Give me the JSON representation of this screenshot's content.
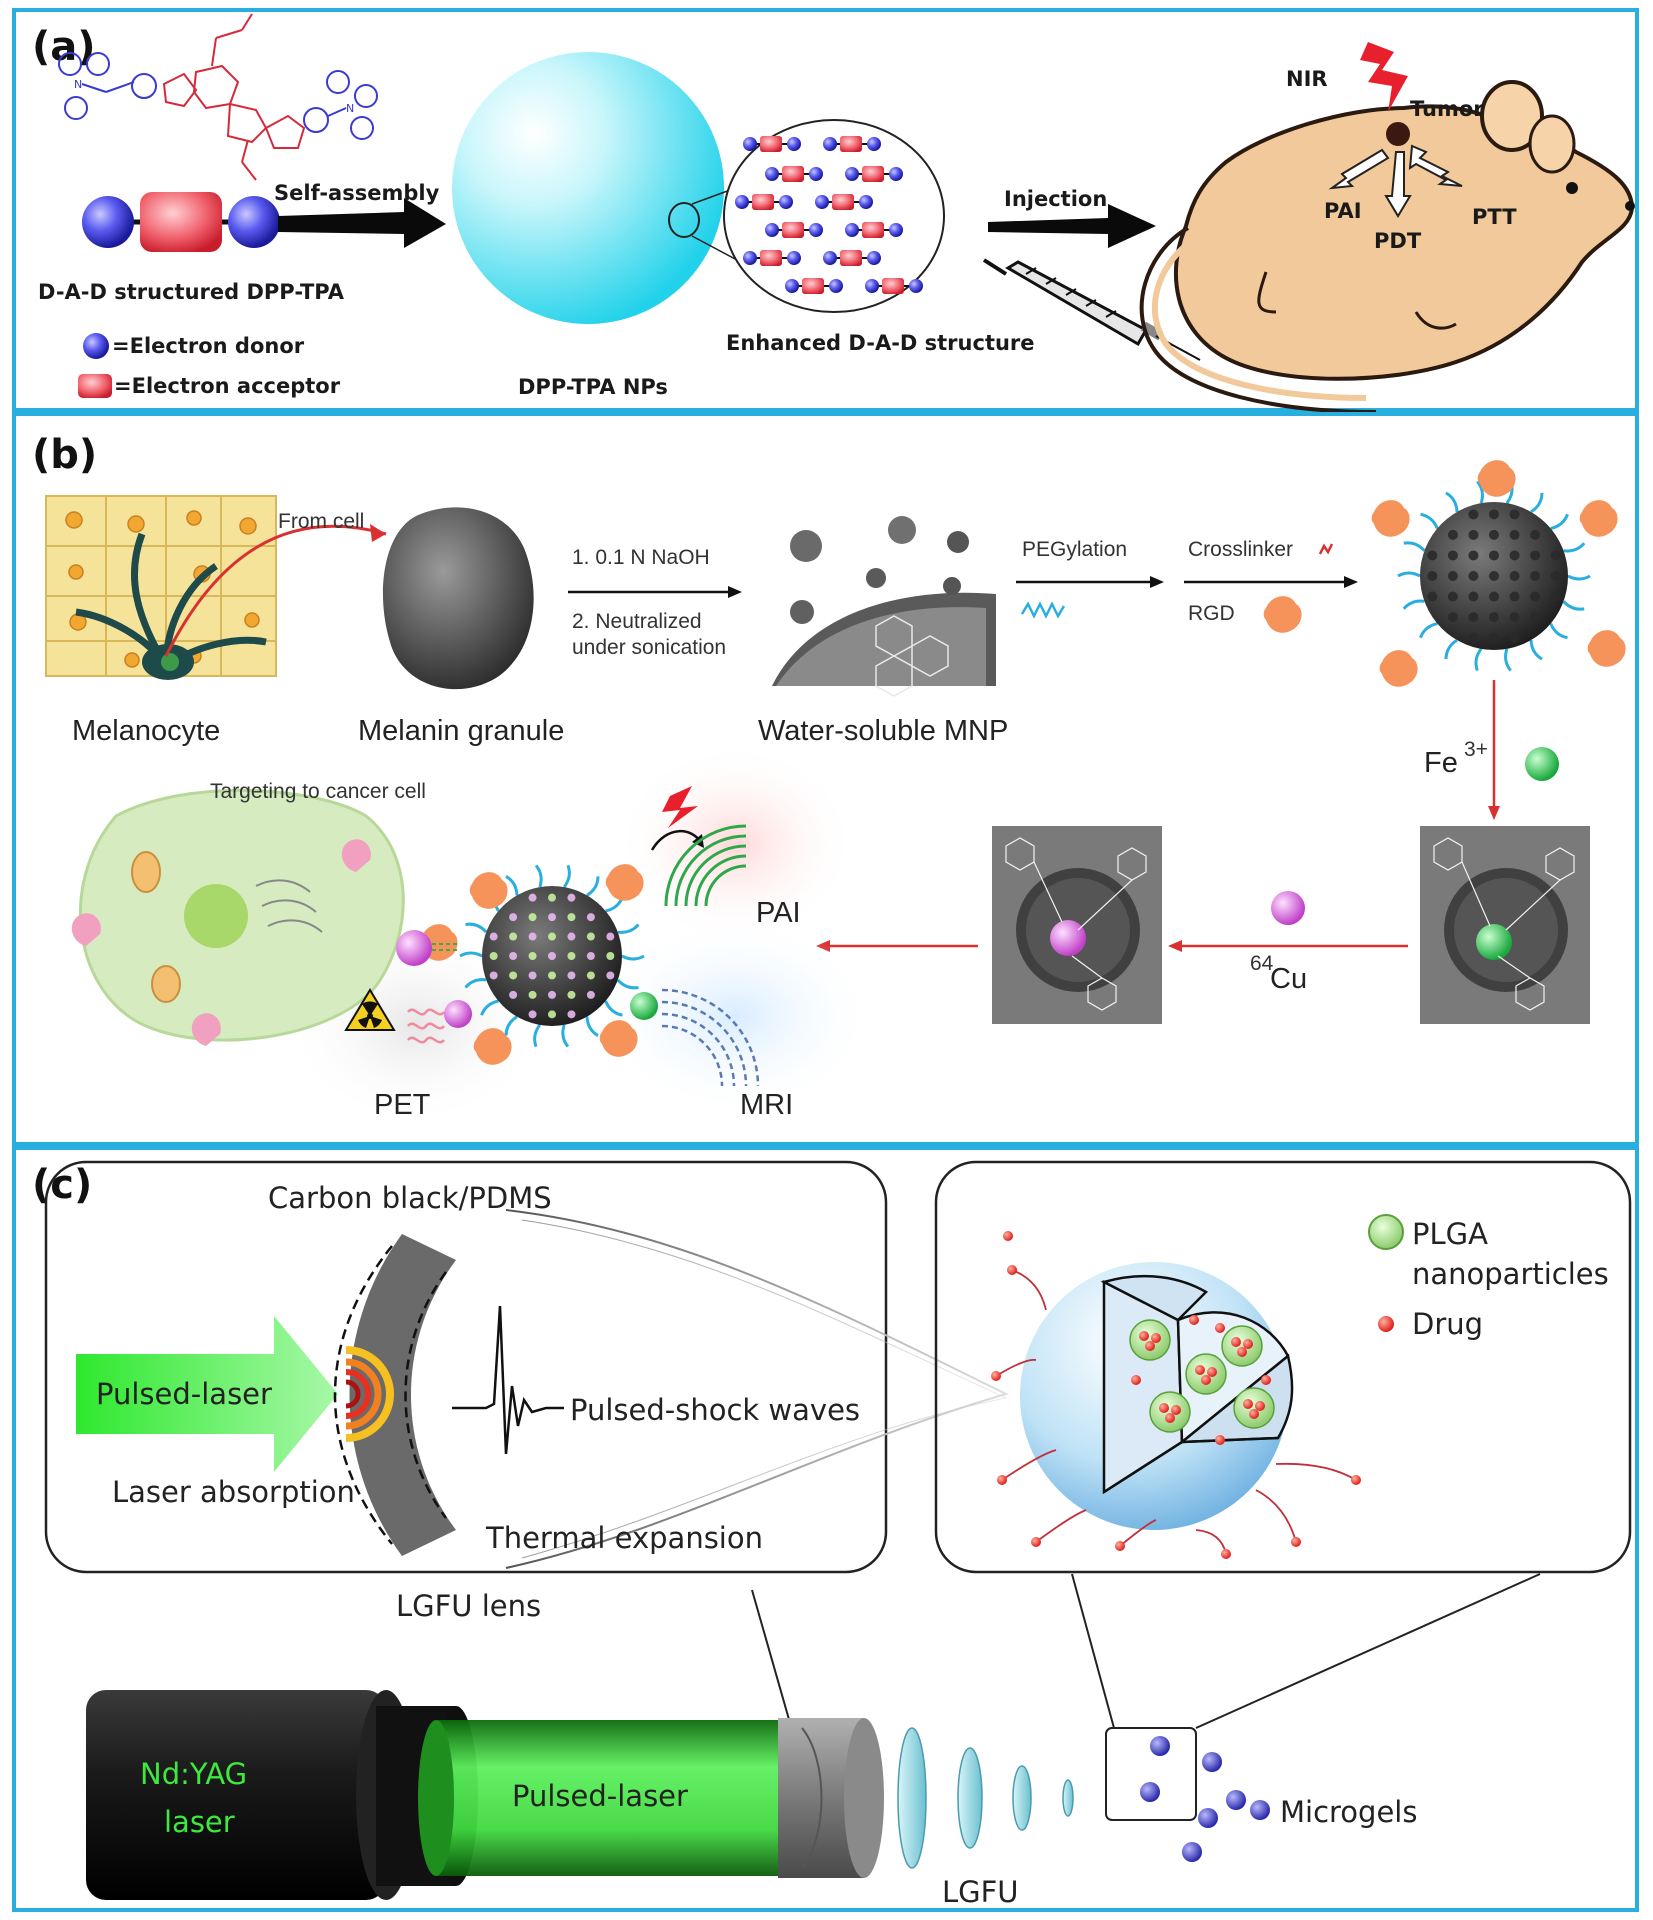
{
  "panel_a": {
    "label": "(a)",
    "legend_structure": "D-A-D structured DPP-TPA",
    "legend_donor": "=Electron donor",
    "legend_acceptor": "=Electron acceptor",
    "arrow_self_assembly": "Self-assembly",
    "np_label": "DPP-TPA NPs",
    "inset_label": "Enhanced D-A-D structure",
    "arrow_injection": "Injection",
    "nir": "NIR",
    "tumor": "Tumor",
    "pai": "PAI",
    "pdt": "PDT",
    "ptt": "PTT"
  },
  "panel_b": {
    "label": "(b)",
    "from_cell": "From cell",
    "melanocyte": "Melanocyte",
    "melanin_granule": "Melanin granule",
    "step1": "1. 0.1 N NaOH",
    "step2_line1": "2. Neutralized",
    "step2_line2": "under sonication",
    "mnp": "Water-soluble MNP",
    "pegylation": "PEGylation",
    "crosslinker": "Crosslinker",
    "rgd": "RGD",
    "fe": "Fe",
    "fe_sup": "3+",
    "cu_sup": "64",
    "cu": "Cu",
    "targeting": "Targeting to cancer cell",
    "pai": "PAI",
    "pet": "PET",
    "mri": "MRI"
  },
  "panel_c": {
    "label": "(c)",
    "carbon_black": "Carbon black/PDMS",
    "pulsed_laser_arrow": "Pulsed-laser",
    "laser_absorption": "Laser absorption",
    "shock_waves": "Pulsed-shock waves",
    "thermal_expansion": "Thermal expansion",
    "lens_label": "LGFU lens",
    "plga_line1": "PLGA",
    "plga_line2": "nanoparticles",
    "drug": "Drug",
    "nd_yag_line1": "Nd:YAG",
    "nd_yag_line2": "laser",
    "pulsed_laser_tube": "Pulsed-laser",
    "lgfu": "LGFU",
    "microgels": "Microgels"
  },
  "colors": {
    "frame": "#29aee0",
    "donor": "#3c3ce0",
    "acceptor": "#e8384f",
    "nanoparticle": "#5fe0f0",
    "mouse": "#f2c99a",
    "arrow_red": "#d9232e",
    "laser_green": "#3ee83e",
    "plga_green": "#9fd68a"
  }
}
